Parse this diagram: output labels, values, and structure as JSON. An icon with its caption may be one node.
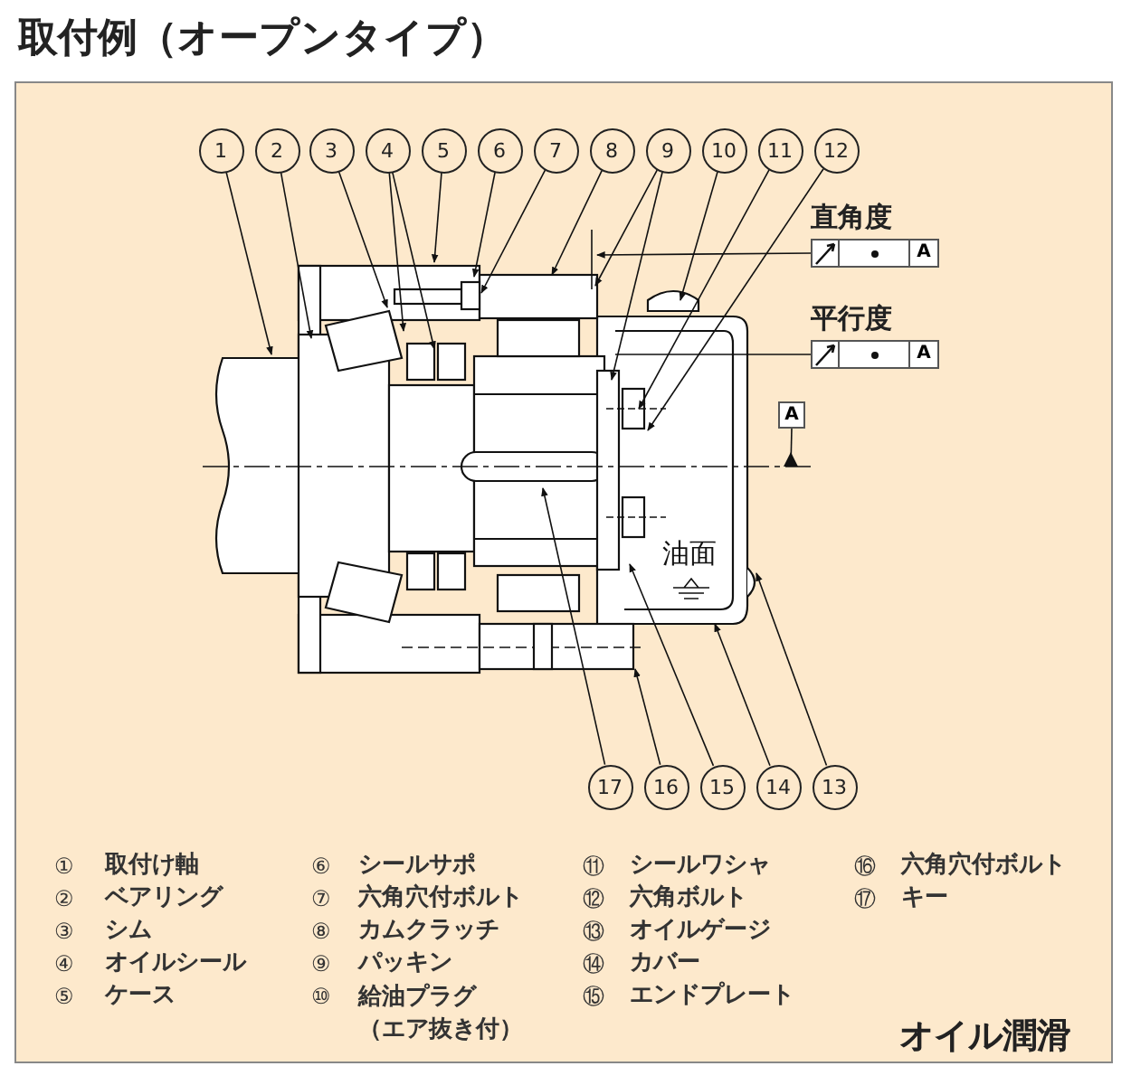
{
  "diagram": {
    "title": "取付例（オープンタイプ）",
    "nodes": [
      {
        "text": [
          "1"
        ]
      },
      {
        "text": [
          "2"
        ]
      },
      {
        "text": [
          "3"
        ]
      },
      {
        "text": [
          "4"
        ]
      },
      {
        "text": [
          "5"
        ]
      },
      {
        "text": [
          "6"
        ]
      },
      {
        "text": [
          "7"
        ]
      },
      {
        "text": [
          "8"
        ]
      },
      {
        "text": [
          "9"
        ]
      },
      {
        "text": [
          "10"
        ]
      },
      {
        "text": [
          "11"
        ]
      },
      {
        "text": [
          "12"
        ]
      },
      {
        "text": [
          "17"
        ]
      },
      {
        "text": [
          "16"
        ]
      },
      {
        "text": [
          "15"
        ]
      },
      {
        "text": [
          "14"
        ]
      },
      {
        "text": [
          "13"
        ]
      },
      {
        "text": [
          "直角度",
          "A"
        ]
      },
      {
        "text": [
          "平行度",
          "A"
        ]
      },
      {
        "text": [
          "A"
        ]
      }
    ],
    "edges": [
      {
        "from": 0,
        "to": null,
        "arrow": "to"
      },
      {
        "from": 1,
        "to": null,
        "arrow": "to"
      },
      {
        "from": 2,
        "to": null,
        "arrow": "to"
      },
      {
        "from": 3,
        "to": null,
        "arrow": "to"
      },
      {
        "from": 3,
        "to": null,
        "arrow": "to"
      },
      {
        "from": 4,
        "to": null,
        "arrow": "to"
      },
      {
        "from": 5,
        "to": null,
        "arrow": "to"
      },
      {
        "from": 6,
        "to": null,
        "arrow": "to"
      },
      {
        "from": 7,
        "to": null,
        "arrow": "to"
      },
      {
        "from": 8,
        "to": null,
        "arrow": "to"
      },
      {
        "from": 8,
        "to": null,
        "arrow": "to"
      },
      {
        "from": 9,
        "to": null,
        "arrow": "to"
      },
      {
        "from": 10,
        "to": null,
        "arrow": "to"
      },
      {
        "from": 11,
        "to": null,
        "arrow": "to"
      },
      {
        "from": 12,
        "to": null,
        "arrow": "to"
      },
      {
        "from": 13,
        "to": null,
        "arrow": "to"
      },
      {
        "from": 14,
        "to": null,
        "arrow": "to"
      },
      {
        "from": 15,
        "to": null,
        "arrow": "to"
      },
      {
        "from": 16,
        "to": null,
        "arrow": "to"
      },
      {
        "from": 17,
        "to": null,
        "arrow": "to"
      },
      {
        "from": 18,
        "to": null,
        "arrow": "none"
      },
      {
        "from": 19,
        "to": null,
        "arrow": "other"
      }
    ],
    "labels": [
      "油面",
      "①",
      "取付け軸",
      "⑥",
      "シールサポ",
      "⑪",
      "シールワシャ",
      "⑯",
      "六角穴付ボルト",
      "②",
      "ベアリング",
      "⑦",
      "六角穴付ボルト",
      "⑫",
      "六角ボルト",
      "⑰",
      "キー",
      "③",
      "シム",
      "⑧",
      "カムクラッチ",
      "⑬",
      "オイルゲージ",
      "④",
      "オイルシール",
      "⑨",
      "パッキン",
      "⑭",
      "カバー",
      "⑤",
      "ケース",
      "⑩",
      "給油プラグ（エア抜き付）",
      "⑮",
      "エンドプレート",
      "オイル潤滑"
    ]
  }
}
